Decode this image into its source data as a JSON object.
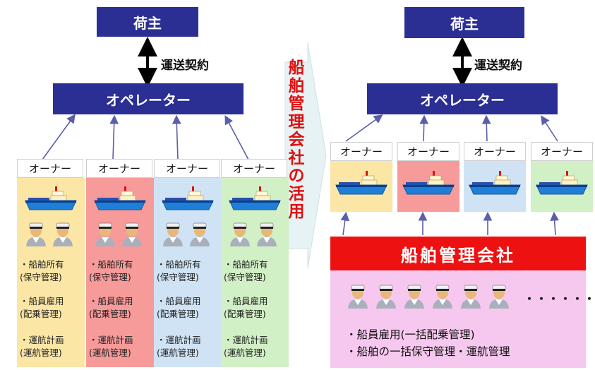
{
  "colors": {
    "navy": "#2b2f93",
    "red": "#ee1111",
    "yellow": "#fbe6a6",
    "pink": "#f79a9a",
    "blue": "#cfe3f4",
    "green": "#d2f0c6",
    "mgmt_bg": "#f7c8ef",
    "arrow": "#5b5ea8"
  },
  "left": {
    "shipper": "荷主",
    "contract": "運送契約",
    "operator": "オペレーター",
    "owners": [
      {
        "label": "オーナー",
        "lines": [
          "・船舶所有",
          "(保守管理)",
          "・船員雇用",
          "(配乗管理)",
          "・運航計画",
          "(運航管理)"
        ]
      },
      {
        "label": "オーナー",
        "lines": [
          "・船舶所有",
          "(保守管理)",
          "・船員雇用",
          "(配乗管理)",
          "・運航計画",
          "(運航管理)"
        ]
      },
      {
        "label": "オーナー",
        "lines": [
          "・船舶所有",
          "(保守管理)",
          "・船員雇用",
          "(配乗管理)",
          "・運航計画",
          "(運航管理)"
        ]
      },
      {
        "label": "オーナー",
        "lines": [
          "・船舶所有",
          "(保守管理)",
          "・船員雇用",
          "(配乗管理)",
          "・運航計画",
          "(運航管理)"
        ]
      }
    ]
  },
  "middle": {
    "vertical_text": [
      "船",
      "舶",
      "管",
      "理",
      "会",
      "社",
      "の",
      "活",
      "用"
    ]
  },
  "right": {
    "shipper": "荷主",
    "contract": "運送契約",
    "operator": "オペレーター",
    "owners": [
      "オーナー",
      "オーナー",
      "オーナー",
      "オーナー"
    ],
    "company": "船舶管理会社",
    "ellipsis": "・・・・・・",
    "duties": [
      "・船員雇用(一括配乗管理)",
      "・船舶の一括保守管理・運航管理"
    ]
  }
}
